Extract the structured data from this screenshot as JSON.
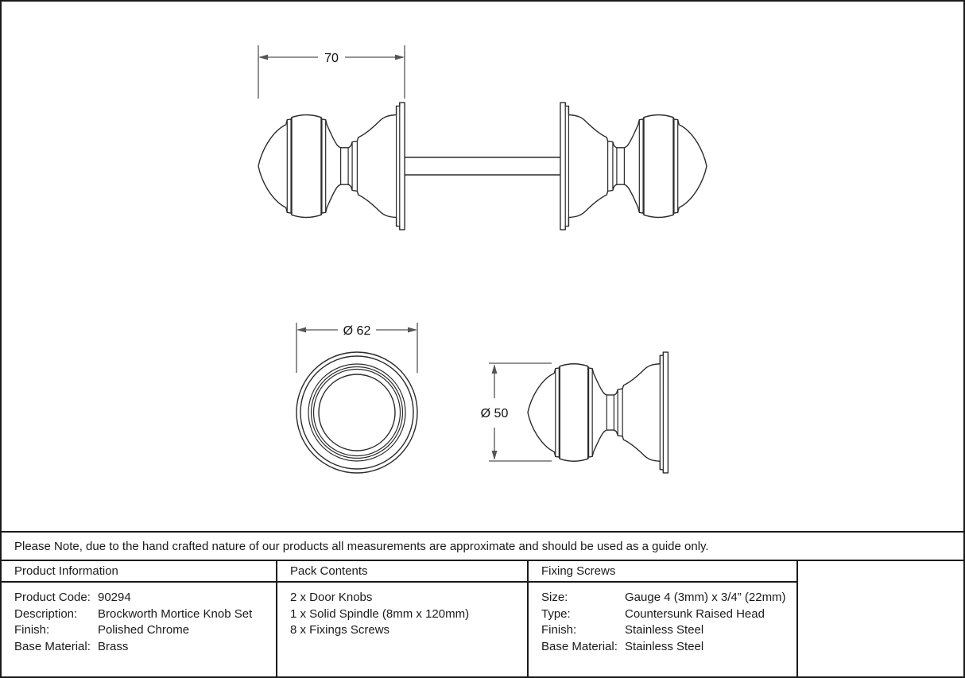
{
  "drawing": {
    "dim_top": "70",
    "dim_front": "Ø 62",
    "dim_side": "Ø 50"
  },
  "note": "Please Note, due to the hand crafted nature of our products all measurements are approximate and should be used as a guide only.",
  "table": {
    "product_information": {
      "header": "Product Information",
      "rows": [
        {
          "label": "Product Code:",
          "value": "90294"
        },
        {
          "label": "Description:",
          "value": "Brockworth Mortice Knob Set"
        },
        {
          "label": "Finish:",
          "value": "Polished Chrome"
        },
        {
          "label": "Base Material:",
          "value": "Brass"
        }
      ]
    },
    "pack_contents": {
      "header": "Pack Contents",
      "items": [
        "2 x Door Knobs",
        "1 x Solid Spindle (8mm x 120mm)",
        "8 x Fixings Screws"
      ]
    },
    "fixing_screws": {
      "header": "Fixing Screws",
      "rows": [
        {
          "label": "Size:",
          "value": "Gauge 4 (3mm) x 3/4” (22mm)"
        },
        {
          "label": "Type:",
          "value": "Countersunk Raised Head"
        },
        {
          "label": "Finish:",
          "value": "Stainless Steel"
        },
        {
          "label": "Base Material:",
          "value": "Stainless Steel"
        }
      ]
    }
  },
  "colors": {
    "line": "#2b2b2b",
    "dimension": "#555555",
    "text": "#111111",
    "border": "#1a1a1a",
    "background": "#ffffff"
  }
}
